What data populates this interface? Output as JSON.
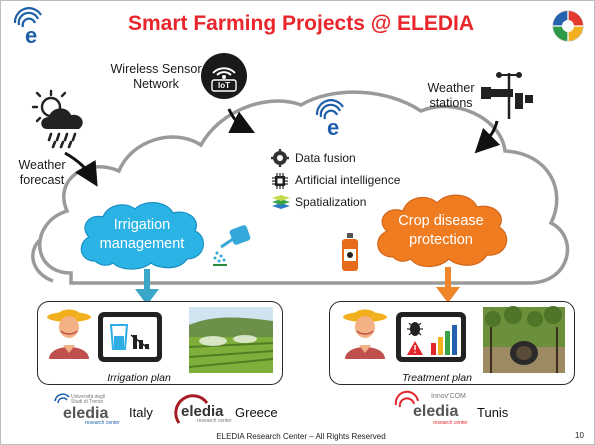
{
  "title": "Smart Farming Projects @ ELEDIA",
  "sources": {
    "wsn": "Wireless Sensor\nNetwork",
    "weather_stations": "Weather\nstations",
    "weather_forecast": "Weather\nforecast",
    "iot_badge": "IoT"
  },
  "tools": [
    {
      "label": "Data fusion",
      "icon": "gears-icon"
    },
    {
      "label": "Artificial intelligence",
      "icon": "chip-icon"
    },
    {
      "label": "Spatialization",
      "icon": "layers-icon"
    }
  ],
  "applications": {
    "irrigation": "Irrigation\nmanagement",
    "crop": "Crop disease\nprotection"
  },
  "panels": {
    "irrigation_caption": "Irrigation plan",
    "treatment_caption": "Treatment plan"
  },
  "partners": {
    "italy": "Italy",
    "greece": "Greece",
    "tunis": "Tunis",
    "eledia_logo_text": "eledia",
    "research_center_text": "research center",
    "innov_com_text": "Innov'COM",
    "trento_text": "Università degli Studi di Trento"
  },
  "footer": "ELEDIA Research Center – All Rights Reserved",
  "page_number": "10",
  "colors": {
    "title_red": "#e8262b",
    "irrigation_blue": "#2bb3e6",
    "crop_orange": "#f07c22",
    "cloud_gray": "#9a9a9a",
    "arrow_blue": "#3aa7c9",
    "arrow_orange": "#f0852a"
  }
}
